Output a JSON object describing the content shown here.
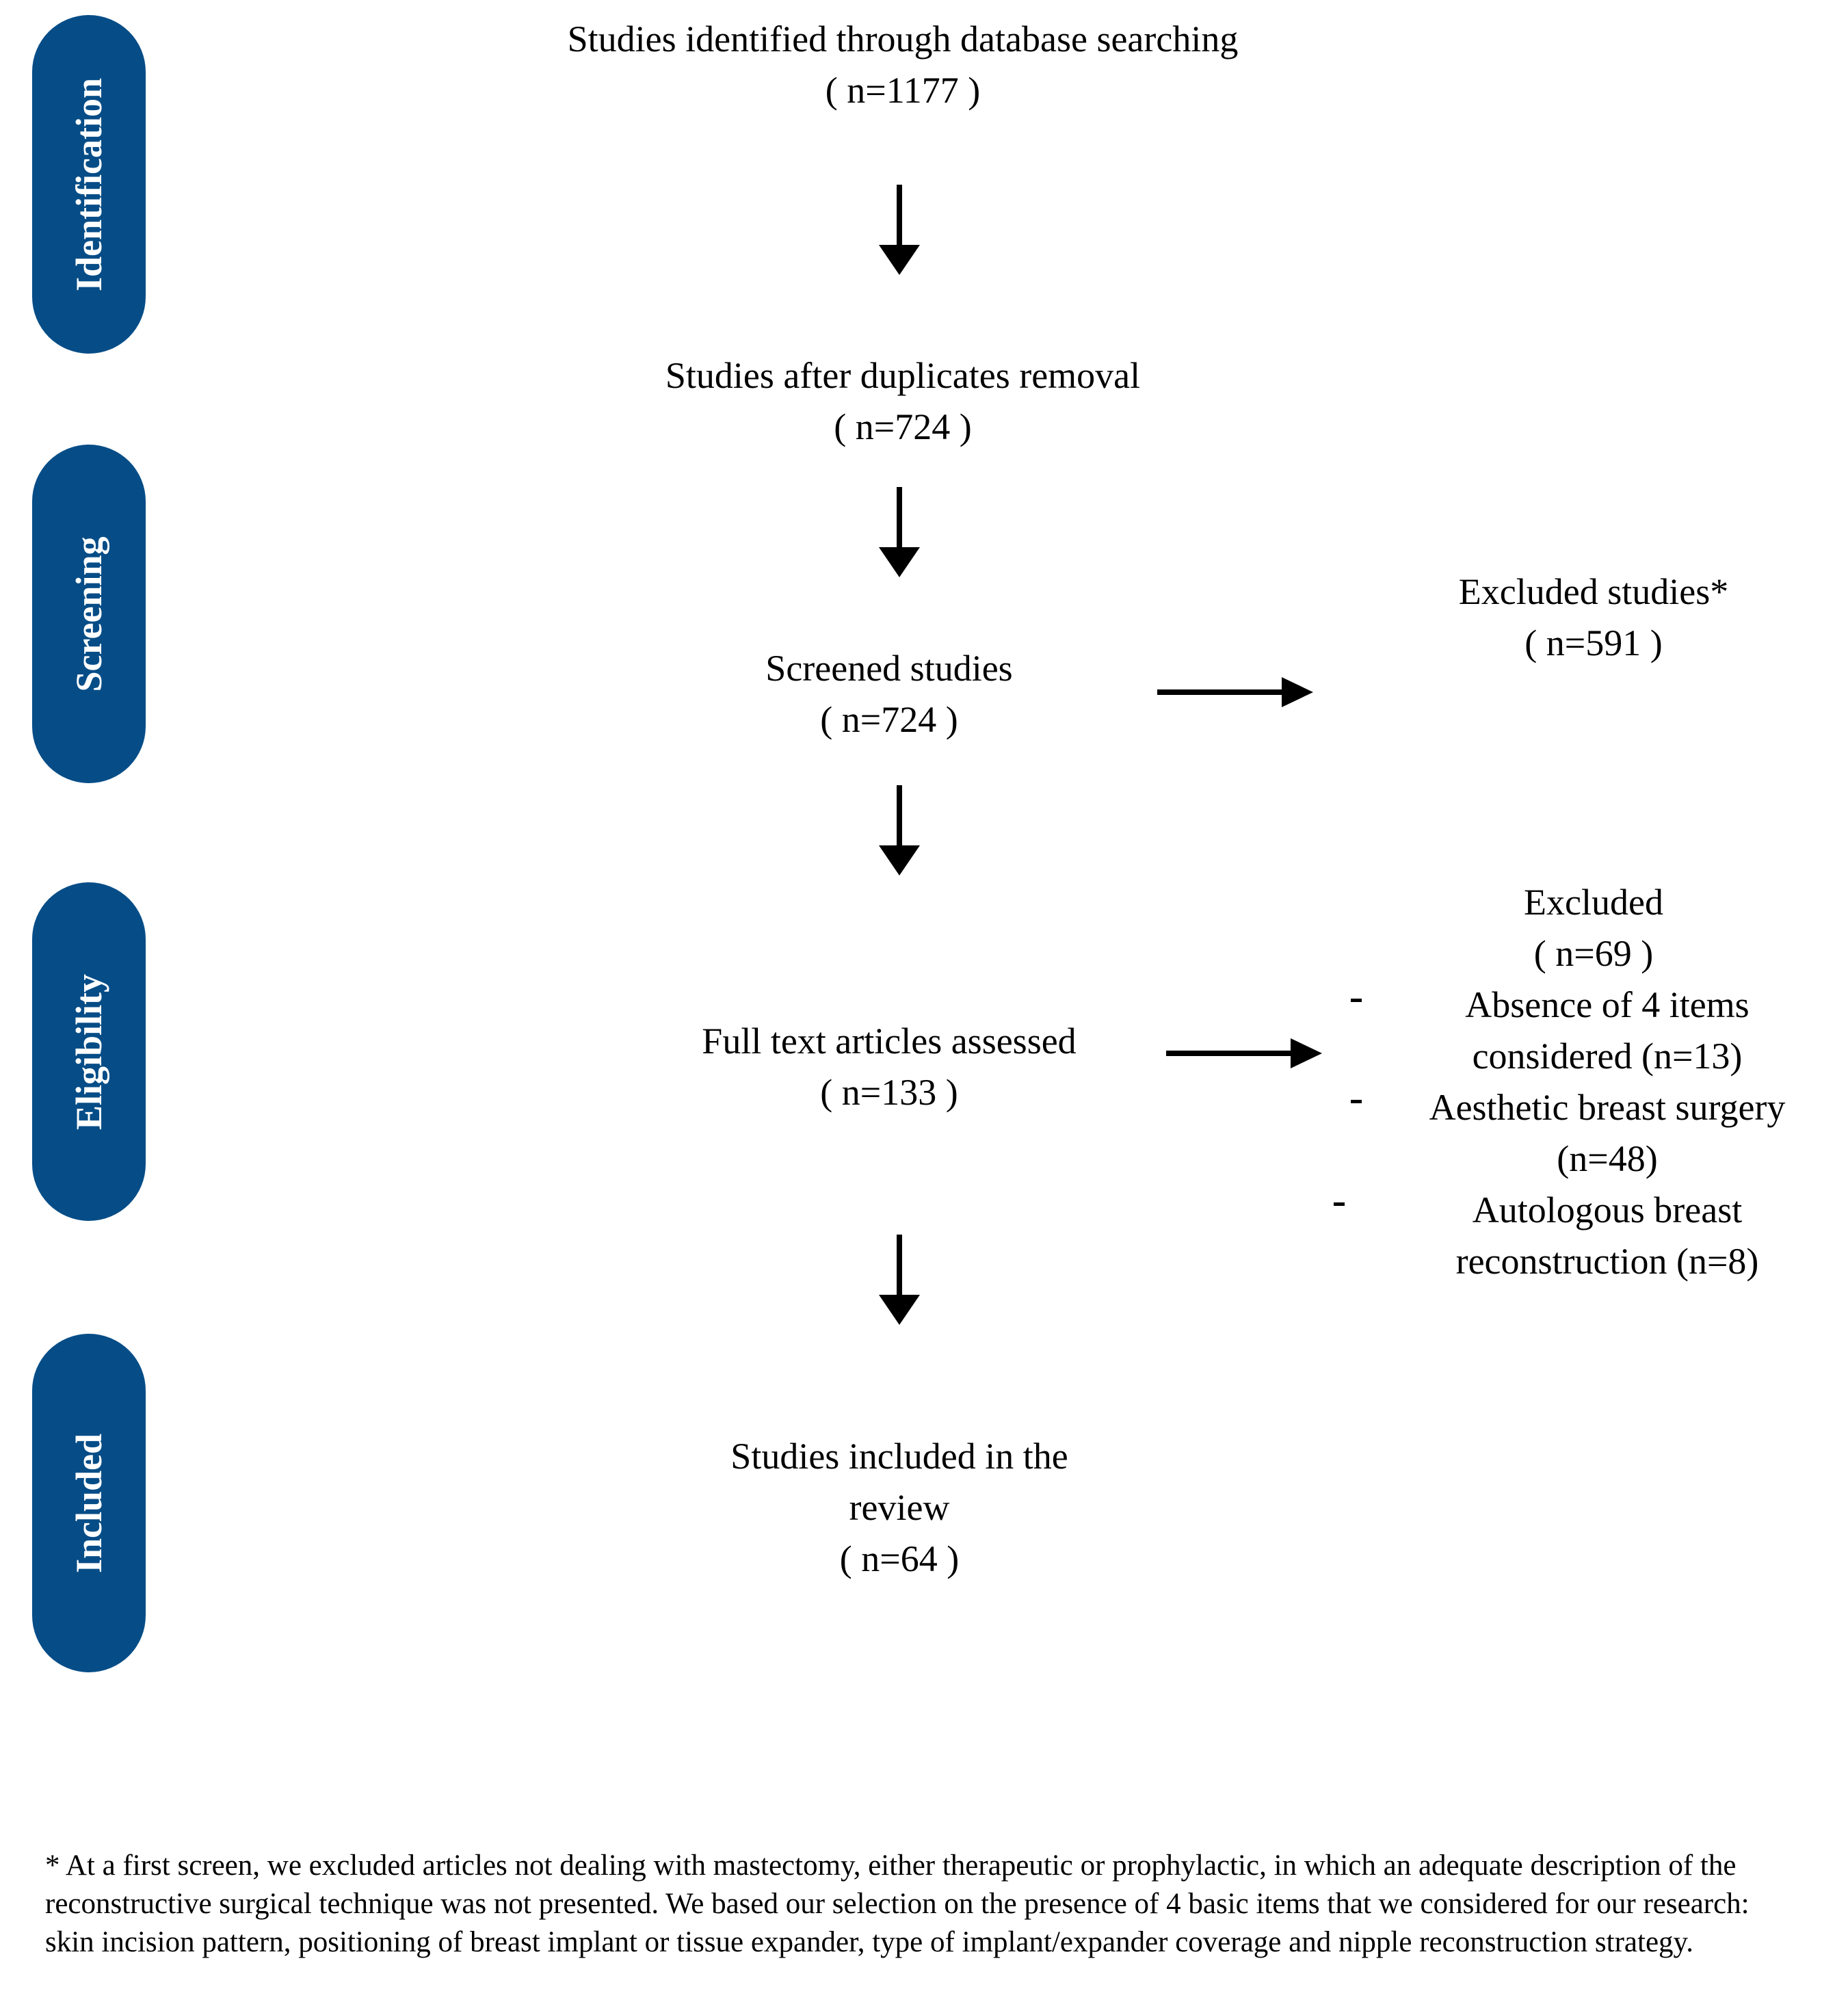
{
  "stages": {
    "identification": "Identification",
    "screening": "Screening",
    "eligibility": "Eligibility",
    "included": "Included"
  },
  "flow": {
    "identified": {
      "line1": "Studies identified through database searching",
      "count": "( n=1177 )"
    },
    "after_duplicates": {
      "line1": "Studies after duplicates removal",
      "count": "( n=724 )"
    },
    "screened": {
      "line1": "Screened studies",
      "count": "( n=724 )"
    },
    "excluded_screening": {
      "line1": "Excluded studies*",
      "count": "( n=591 )"
    },
    "full_text": {
      "line1": "Full text articles assessed",
      "count": "( n=133 )"
    },
    "excluded_fulltext": {
      "title": "Excluded",
      "count": "( n=69 )",
      "reasons": [
        {
          "marker": "-",
          "line1": "Absence of 4 items",
          "line2": "considered (n=13)"
        },
        {
          "marker": "-",
          "line1": "Aesthetic breast surgery",
          "line2": "(n=48)"
        },
        {
          "marker": "-",
          "line1": "Autologous breast",
          "line2": "reconstruction (n=8)"
        }
      ]
    },
    "included": {
      "line1": "Studies included in the",
      "line2": "review",
      "count": "( n=64 )"
    }
  },
  "footnote": {
    "line1": "* At a first screen, we excluded articles not dealing with mastectomy, either therapeutic or prophylactic, in which an adequate description of the",
    "line2": "reconstructive surgical technique was not presented. We based our selection on the presence of 4 basic items that we considered for our research:",
    "line3": "skin incision pattern, positioning of breast implant or tissue expander, type of implant/expander coverage and nipple reconstruction strategy."
  },
  "colors": {
    "stage_pill": "#064D87",
    "stage_text": "#FFFFFF",
    "text": "#000000"
  }
}
